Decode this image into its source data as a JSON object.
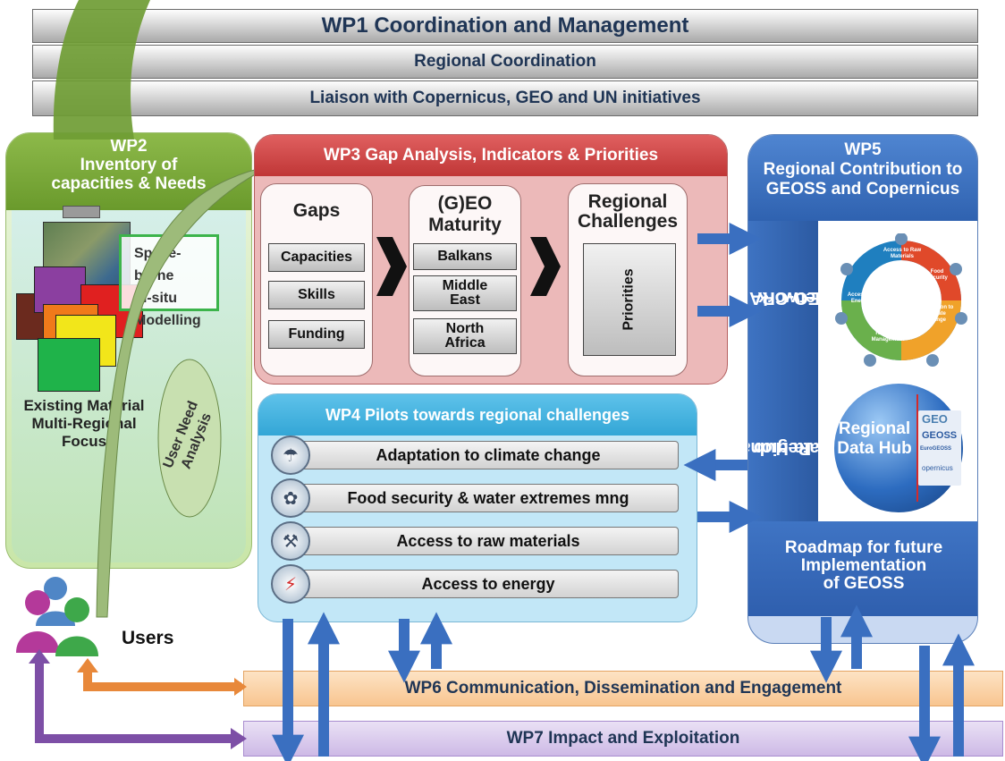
{
  "wp1": {
    "title": "WP1 Coordination and Management",
    "row2": "Regional Coordination",
    "row3": "Liaison with Copernicus, GEO and UN initiatives"
  },
  "wp2": {
    "line1": "WP2",
    "line2": "Inventory of",
    "line3": "capacities & Needs",
    "callout": [
      "Space-borne",
      "In-situ",
      "Modelling"
    ],
    "existing": [
      "Existing Material",
      "Multi-Regional",
      "Focus"
    ],
    "user_need": [
      "User Need",
      "Analysis"
    ],
    "users_label": "Users"
  },
  "wp3": {
    "title": "WP3 Gap Analysis, Indicators & Priorities",
    "gaps": {
      "title": "Gaps",
      "items": [
        "Capacities",
        "Skills",
        "Funding"
      ]
    },
    "maturity": {
      "title_l1": "(G)EO",
      "title_l2": "Maturity",
      "items": [
        "Balkans",
        "Middle East",
        "North Africa"
      ]
    },
    "challenges": {
      "title_l1": "Regional",
      "title_l2": "Challenges",
      "priorities": "Priorities"
    }
  },
  "wp4": {
    "title": "WP4 Pilots towards regional challenges",
    "pilots": [
      {
        "label": "Adaptation to climate change",
        "icon": "climate-icon"
      },
      {
        "label": "Food security & water extremes mng",
        "icon": "food-water-icon"
      },
      {
        "label": "Access to raw materials",
        "icon": "raw-materials-icon"
      },
      {
        "label": "Access to energy",
        "icon": "energy-icon"
      }
    ]
  },
  "wp5": {
    "line1": "WP5",
    "line2": "Regional Contribution to",
    "line3": "GEOSS and Copernicus",
    "network_l1": "GEO-CRADLE",
    "network_l2": "Network",
    "hub_l1": "Regional",
    "hub_l2": "Data Hub",
    "hub_badge_l1": "Regional",
    "hub_badge_l2": "Data Hub",
    "hub_logo_l1": "GEO",
    "hub_logo_l2": "GEOSS",
    "hub_logo_l3": "EuroGEOSS",
    "hub_logo_l4": "opernicus",
    "wheel_items": [
      "Access to Raw Materials",
      "Food Security",
      "Adaptation to Climate Change",
      "Water Resource Management",
      "Access to Energy"
    ],
    "roadmap_l1": "Roadmap for future",
    "roadmap_l2": "Implementation",
    "roadmap_l3": "of GEOSS"
  },
  "wp6": {
    "title": "WP6 Communication, Dissemination and Engagement"
  },
  "wp7": {
    "title": "WP7 Impact and Exploitation"
  },
  "colors": {
    "wp2": "#7aa83a",
    "wp3": "#c94545",
    "wp4": "#3fb0dd",
    "wp5": "#3565b3",
    "wp6_arrow": "#e8883a",
    "wp7_arrow": "#7d4fa6",
    "flow_arrow": "#3a6fc0"
  }
}
